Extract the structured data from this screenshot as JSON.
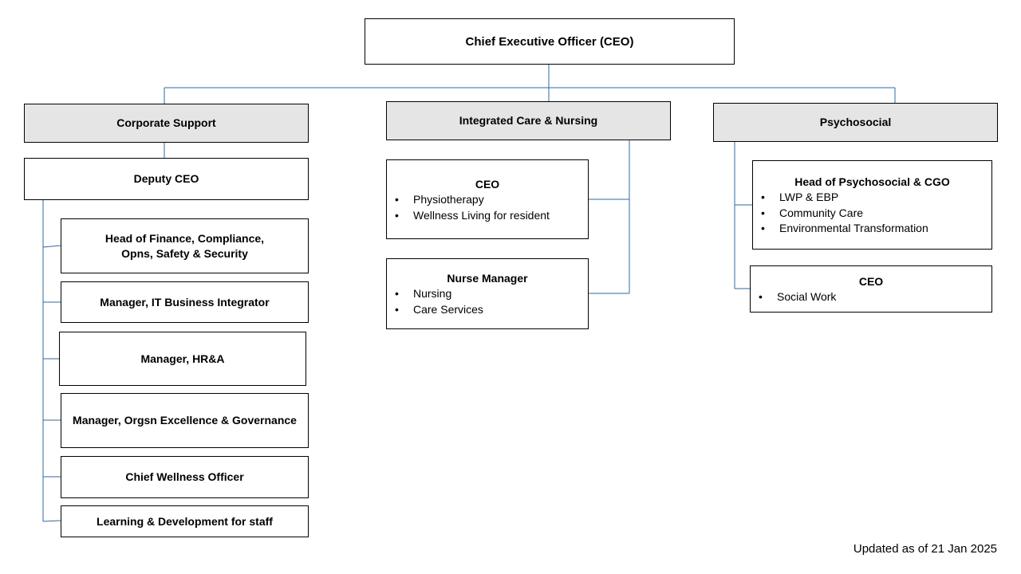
{
  "ceo": {
    "title": "Chief Executive Officer (CEO)"
  },
  "corporate": {
    "header": "Corporate Support",
    "deputy": "Deputy CEO",
    "roles": [
      {
        "line1": "Head of Finance, Compliance,",
        "line2": "Opns, Safety & Security"
      },
      {
        "line1": "Manager, IT Business Integrator",
        "line2": ""
      },
      {
        "line1": "Manager, HR&A",
        "line2": ""
      },
      {
        "line1": "Manager, Orgsn Excellence & Governance",
        "line2": ""
      },
      {
        "line1": "Chief Wellness Officer",
        "line2": ""
      },
      {
        "line1": "Learning & Development for staff",
        "line2": ""
      }
    ]
  },
  "care": {
    "header": "Integrated Care & Nursing",
    "ceo_box": {
      "title": "CEO",
      "items": [
        "Physiotherapy",
        "Wellness Living for resident"
      ]
    },
    "nurse_box": {
      "title": "Nurse Manager",
      "items": [
        "Nursing",
        "Care Services"
      ]
    }
  },
  "psycho": {
    "header": "Psychosocial",
    "head_box": {
      "title": "Head of Psychosocial & CGO",
      "items": [
        "LWP & EBP",
        "Community Care",
        "Environmental Transformation"
      ]
    },
    "ceo_box": {
      "title": "CEO",
      "items": [
        "Social Work"
      ]
    }
  },
  "footer": {
    "updated": "Updated as of 21 Jan 2025"
  },
  "colors": {
    "connector": "#2e6aa3",
    "header_fill": "#e6e5e6",
    "border": "#000000"
  }
}
